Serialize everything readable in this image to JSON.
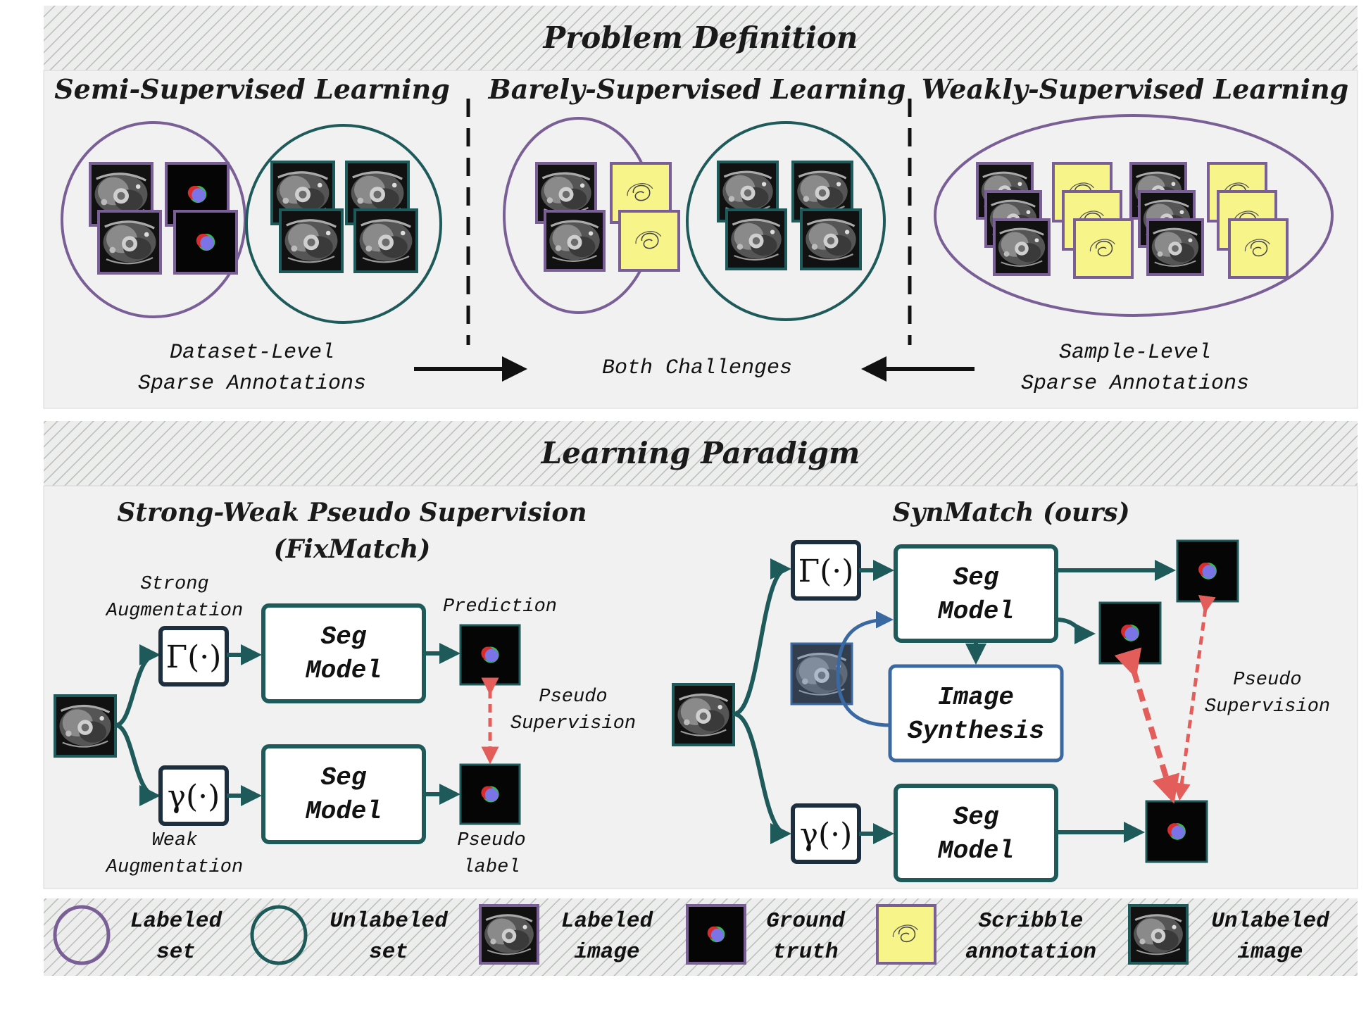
{
  "problem": {
    "header": "Problem Definition",
    "semi": "Semi-Supervised Learning",
    "barely": "Barely-Supervised Learning",
    "weakly": "Weakly-Supervised Learning",
    "dataset_level_1": "Dataset-Level",
    "dataset_level_2": "Sparse Annotations",
    "both": "Both Challenges",
    "sample_level_1": "Sample-Level",
    "sample_level_2": "Sparse Annotations"
  },
  "paradigm": {
    "header": "Learning Paradigm",
    "fixmatch_title_1": "Strong-Weak Pseudo Supervision",
    "fixmatch_title_2": "(FixMatch)",
    "strong_aug_1": "Strong",
    "strong_aug_2": "Augmentation",
    "weak_aug_1": "Weak",
    "weak_aug_2": "Augmentation",
    "prediction": "Prediction",
    "pseudo_sup_1": "Pseudo",
    "pseudo_sup_2": "Supervision",
    "pseudo_label_1": "Pseudo",
    "pseudo_label_2": "label",
    "seg_1": "Seg",
    "seg_2": "Model",
    "strong_op": "Γ(·)",
    "weak_op": "γ(·)",
    "synmatch_title": "SynMatch (ours)",
    "synth_1": "Image",
    "synth_2": "Synthesis"
  },
  "legend": {
    "labeled_set_1": "Labeled",
    "labeled_set_2": "set",
    "unlabeled_set_1": "Unlabeled",
    "unlabeled_set_2": "set",
    "labeled_image_1": "Labeled",
    "labeled_image_2": "image",
    "ground_truth_1": "Ground",
    "ground_truth_2": "truth",
    "scribble_1": "Scribble",
    "scribble_2": "annotation",
    "unlabeled_image_1": "Unlabeled",
    "unlabeled_image_2": "image"
  },
  "colors": {
    "labeled_purple": "#7a5f96",
    "unlabeled_teal": "#1f5a5a",
    "synthesis_blue": "#3a68a0",
    "pseudo_red": "#e35e5a",
    "scribble_yellow": "#f7f48a"
  }
}
